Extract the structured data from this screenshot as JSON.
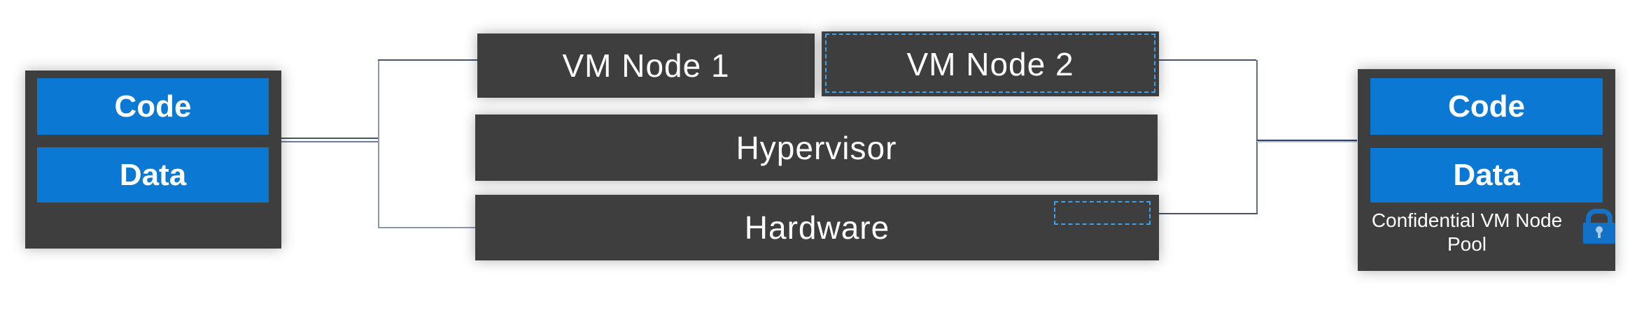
{
  "diagram": {
    "title_semantics": "Confidential VM node pool architecture",
    "left_pool": {
      "code_label": "Code",
      "data_label": "Data"
    },
    "vm_stack": {
      "vm_node_1_label": "VM Node 1",
      "vm_node_2_label": "VM Node 2",
      "hypervisor_label": "Hypervisor",
      "hardware_label": "Hardware"
    },
    "right_pool": {
      "code_label": "Code",
      "data_label": "Data",
      "caption": "Confidential VM Node Pool",
      "lock_icon": "lock-icon"
    },
    "colors": {
      "box_dark": "#3E3E3E",
      "accent_blue": "#0B78D4",
      "dashed_selection_blue": "#3FA2EC",
      "connector_dark": "#44546A",
      "connector_light": "#8A98B0",
      "lock_blue": "#1172C8",
      "text_white": "#FFFFFF"
    }
  }
}
